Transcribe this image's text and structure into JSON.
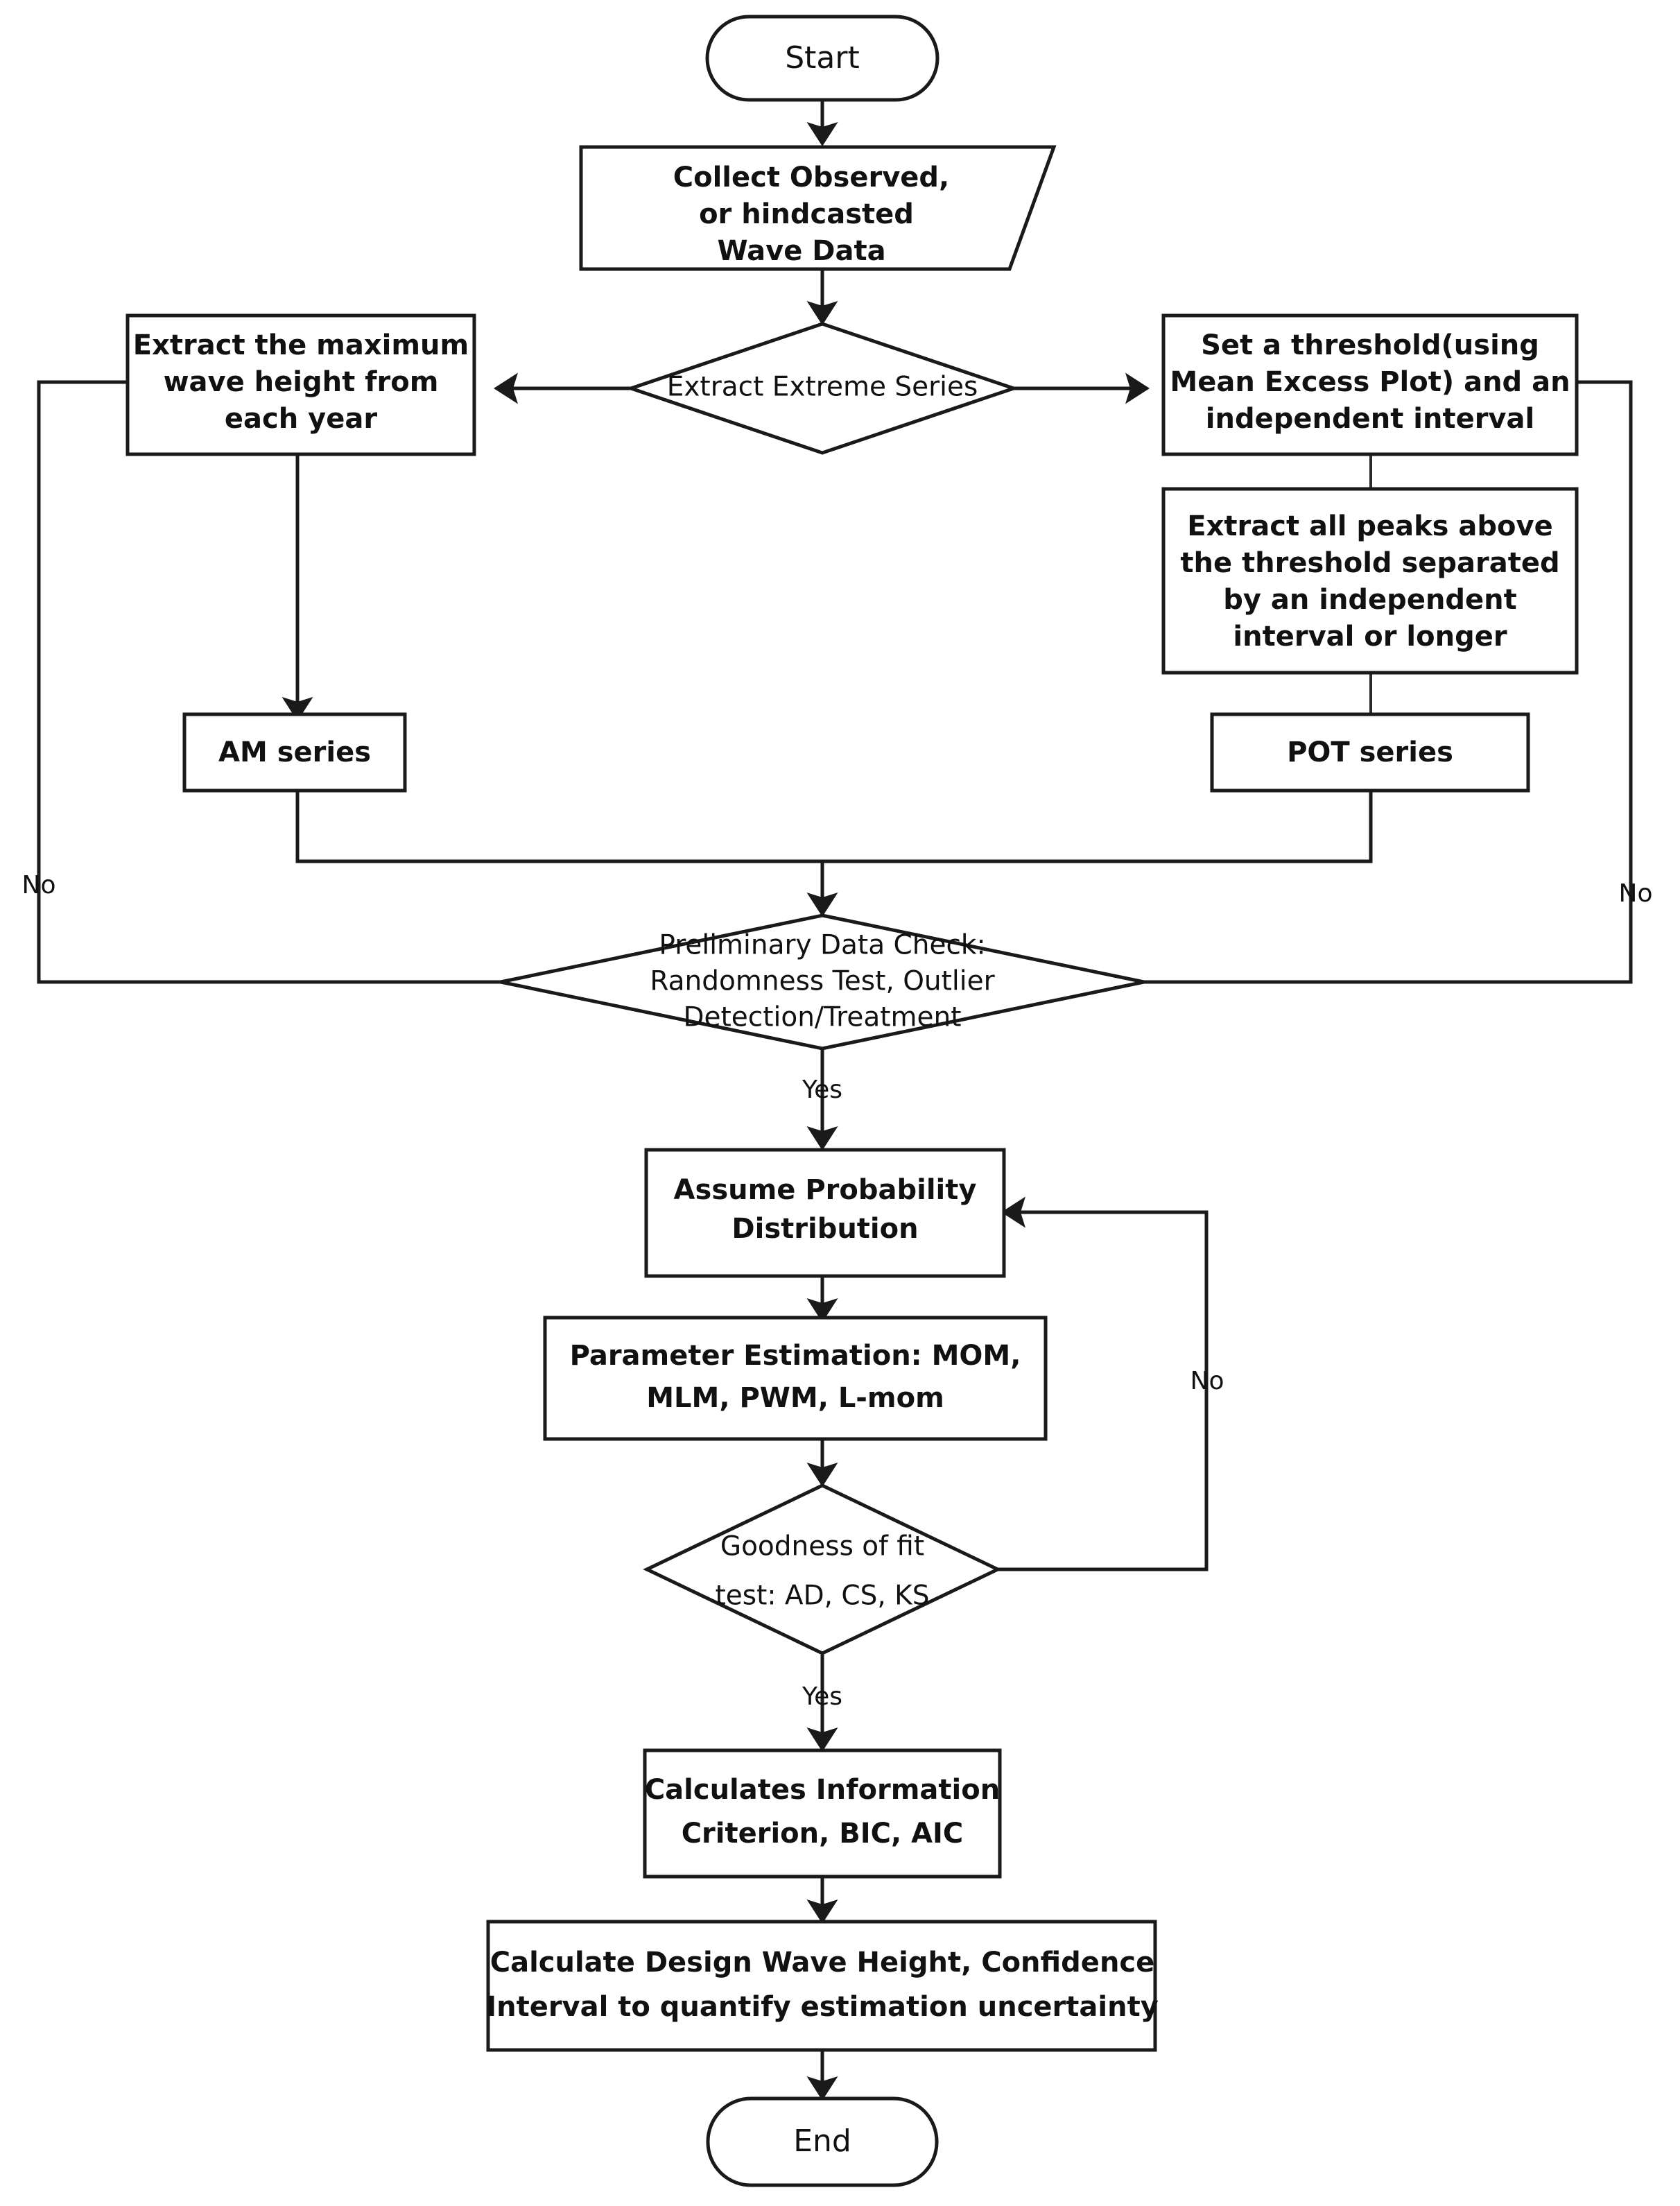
{
  "diagram": {
    "title": "Extreme Wave Height Analysis Flowchart",
    "type": "flowchart",
    "background_color": "#ffffff",
    "line_color": "#1a1a1a",
    "text_color": "#111111"
  },
  "nodes": {
    "start": {
      "label": "Start",
      "shape": "terminator"
    },
    "collect_data": {
      "shape": "parallelogram",
      "line1": "Collect Observed,",
      "line2": "or hindcasted",
      "line3": "Wave Data"
    },
    "extract_extreme": {
      "label": "Extract Extreme Series",
      "shape": "decision"
    },
    "extract_max": {
      "shape": "process",
      "line1": "Extract the maximum",
      "line2": "wave height from",
      "line3": "each year"
    },
    "set_threshold": {
      "shape": "process",
      "line1": "Set a threshold(using",
      "line2": "Mean Excess Plot) and an",
      "line3": "independent interval"
    },
    "extract_peaks": {
      "shape": "process",
      "line1": "Extract all peaks above",
      "line2": "the threshold  separated",
      "line3": "by an independent",
      "line4": "interval or longer"
    },
    "am_series": {
      "label": "AM series",
      "shape": "process"
    },
    "pot_series": {
      "label": "POT series",
      "shape": "process"
    },
    "prelim_check": {
      "shape": "decision",
      "line1": "Preliminary Data Check:",
      "line2": "Randomness Test, Outlier",
      "line3": "Detection/Treatment"
    },
    "assume_dist": {
      "shape": "process",
      "line1": "Assume Probability",
      "line2": "Distribution"
    },
    "param_est": {
      "shape": "process",
      "line1": "Parameter Estimation: MOM,",
      "line2": "MLM, PWM, L-mom"
    },
    "gof_test": {
      "shape": "decision",
      "line1": "Goodness of fit",
      "line2": "test: AD, CS, KS"
    },
    "info_criterion": {
      "shape": "process",
      "line1": "Calculates Information",
      "line2": "Criterion, BIC, AIC"
    },
    "design_wave": {
      "shape": "process",
      "line1": "Calculate Design Wave Height, Confidence",
      "line2": "Interval to quantify estimation uncertainty"
    },
    "end": {
      "label": "End",
      "shape": "terminator"
    }
  },
  "edge_labels": {
    "prelim_no_left": "No",
    "prelim_no_right": "No",
    "prelim_yes": "Yes",
    "gof_no": "No",
    "gof_yes": "Yes"
  }
}
